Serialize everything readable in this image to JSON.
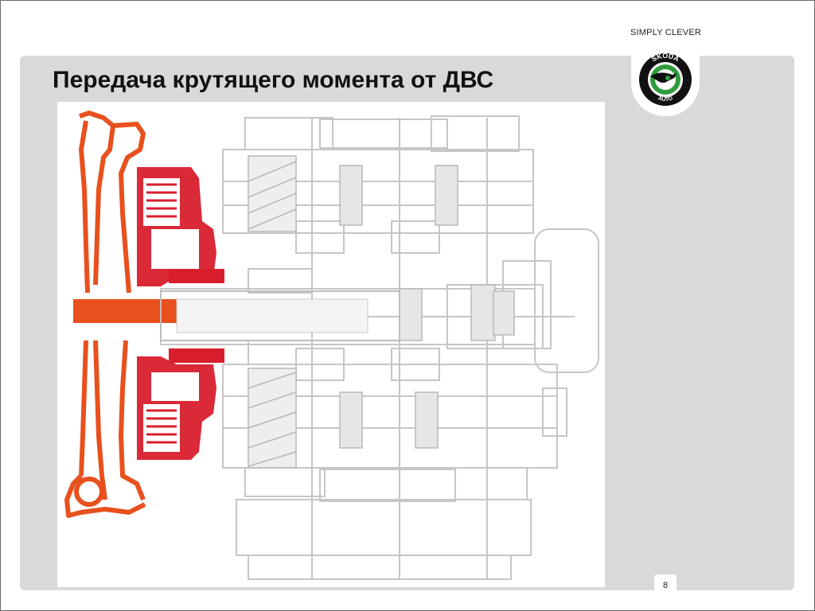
{
  "header": {
    "tagline": "SIMPLY CLEVER",
    "title": "Передача крутящего момента от ДВС"
  },
  "logo": {
    "text_top": "ŠKODA",
    "text_bottom": "AUTO",
    "icon": "skoda-winged-arrow-icon",
    "ring_color": "#111111",
    "accent_color": "#2f9c3a"
  },
  "diagram": {
    "icon": "transmission-cross-section-icon",
    "highlight_colors": {
      "drive_path": "#e8501e",
      "clutch": "#d81e2c",
      "outline": "#c8c8c8"
    }
  },
  "footer": {
    "page_number": "8"
  }
}
